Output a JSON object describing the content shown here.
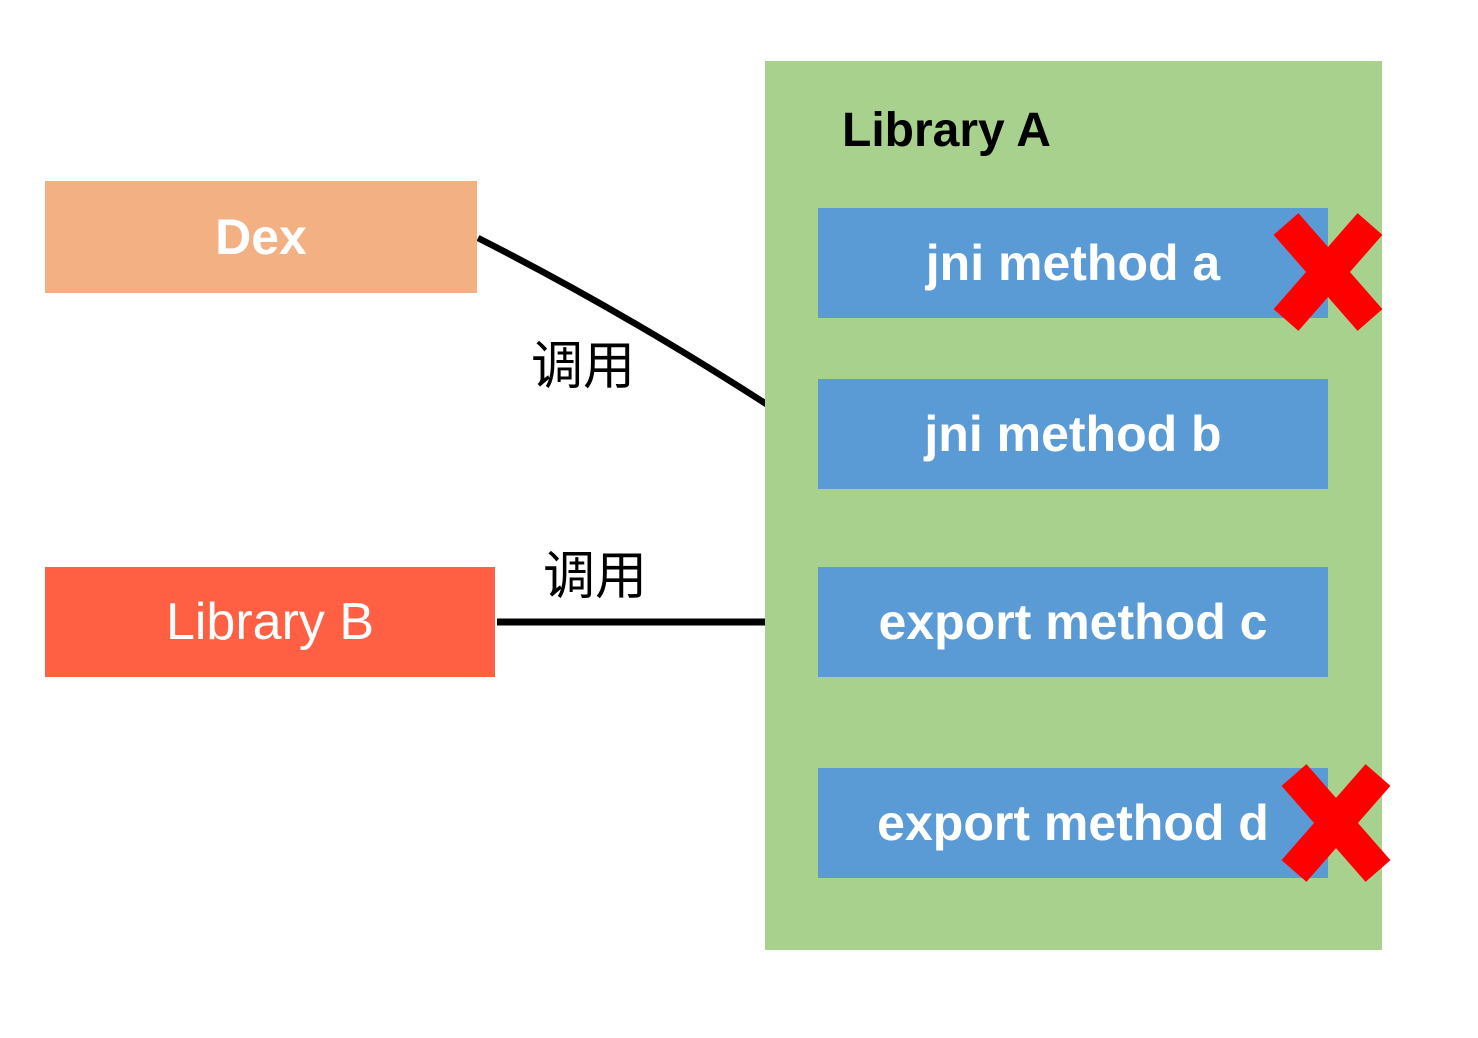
{
  "nodes": {
    "dex": {
      "label": "Dex"
    },
    "library_b": {
      "label": "Library B"
    },
    "library_a": {
      "title": "Library A",
      "methods": [
        {
          "label": "jni method a",
          "crossed_out": true
        },
        {
          "label": "jni method b",
          "crossed_out": false
        },
        {
          "label": "export method c",
          "crossed_out": false
        },
        {
          "label": "export method d",
          "crossed_out": true
        }
      ]
    }
  },
  "edges": [
    {
      "from": "Dex",
      "to": "jni method b",
      "label": "调用"
    },
    {
      "from": "Library B",
      "to": "export method c",
      "label": "调用"
    }
  ],
  "colors": {
    "dex_bg": "#F2B083",
    "library_b_bg": "#FF6043",
    "library_a_bg": "#A9D18E",
    "method_bg": "#5B9BD5",
    "method_text": "#FFFFFF",
    "title_text": "#000000",
    "cross": "#FF0000",
    "arrow": "#000000"
  }
}
